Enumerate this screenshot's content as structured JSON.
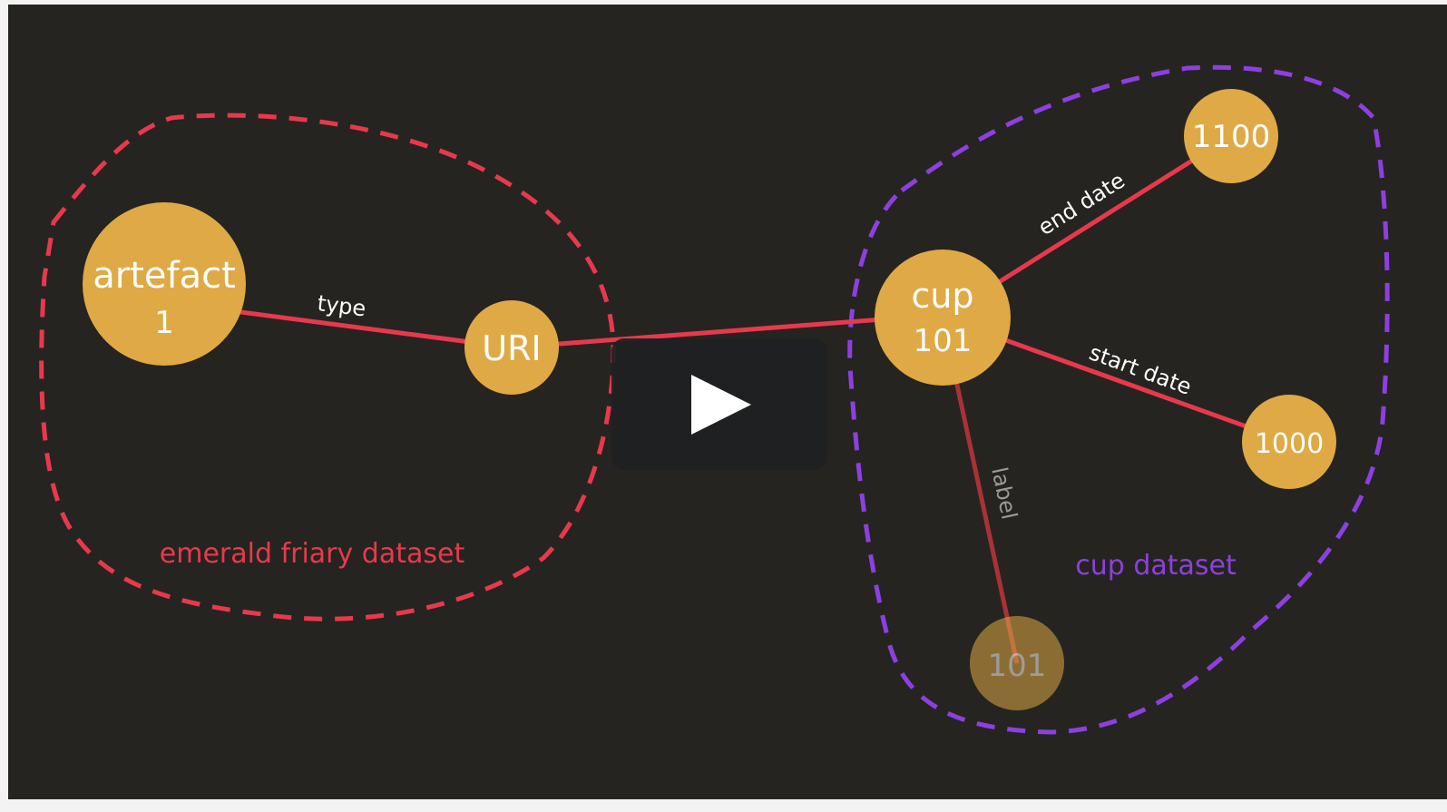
{
  "video": {
    "play_button_icon": "play-icon"
  },
  "colors": {
    "background": "#252420",
    "node_fill": "#dfa945",
    "edge": "#e8394c",
    "faded_edge": "#a83236",
    "emerald_boundary": "#e8394c",
    "cup_boundary": "#8e3fe0",
    "node_text": "#ffffff"
  },
  "nodes": {
    "artefact": {
      "line1": "artefact",
      "line2": "1"
    },
    "uri": {
      "label": "URI"
    },
    "cup": {
      "line1": "cup",
      "line2": "101"
    },
    "n1100": {
      "label": "1100"
    },
    "n1000": {
      "label": "1000"
    },
    "n101": {
      "label": "101"
    }
  },
  "edges": {
    "type": "type",
    "end_date": "end date",
    "start_date": "start date",
    "label": "label"
  },
  "datasets": {
    "emerald": "emerald friary dataset",
    "cup": "cup dataset"
  }
}
